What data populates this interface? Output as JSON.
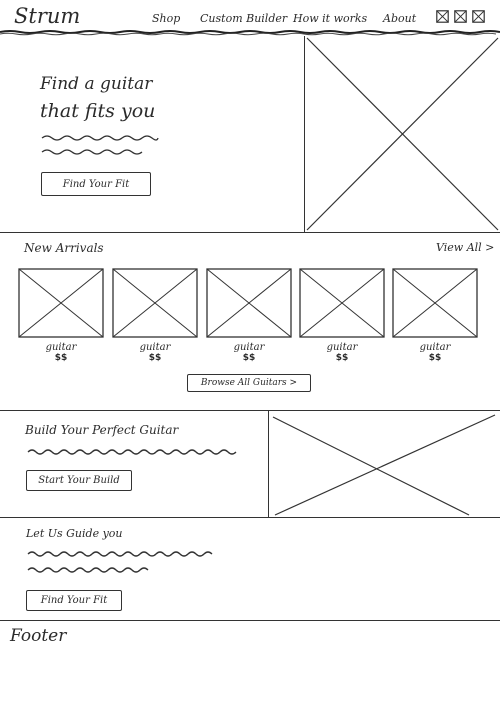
{
  "header": {
    "logo": "Strum",
    "nav": [
      "Shop",
      "Custom Builder",
      "How it works",
      "About"
    ],
    "icons": [
      "account-icon",
      "search-icon",
      "cart-icon"
    ]
  },
  "hero": {
    "title_line1": "Find a guitar",
    "title_line2": "that fits you",
    "cta": "Find Your Fit"
  },
  "new_arrivals": {
    "heading": "New Arrivals",
    "view_all": "View All >",
    "products": [
      {
        "name": "guitar",
        "price": "$$"
      },
      {
        "name": "guitar",
        "price": "$$"
      },
      {
        "name": "guitar",
        "price": "$$"
      },
      {
        "name": "guitar",
        "price": "$$"
      },
      {
        "name": "guitar",
        "price": "$$"
      }
    ],
    "browse": "Browse All Guitars >"
  },
  "builder": {
    "heading": "Build Your Perfect Guitar",
    "cta": "Start Your Build"
  },
  "guide": {
    "heading": "Let Us Guide you",
    "cta": "Find Your Fit"
  },
  "footer": {
    "label": "Footer"
  }
}
